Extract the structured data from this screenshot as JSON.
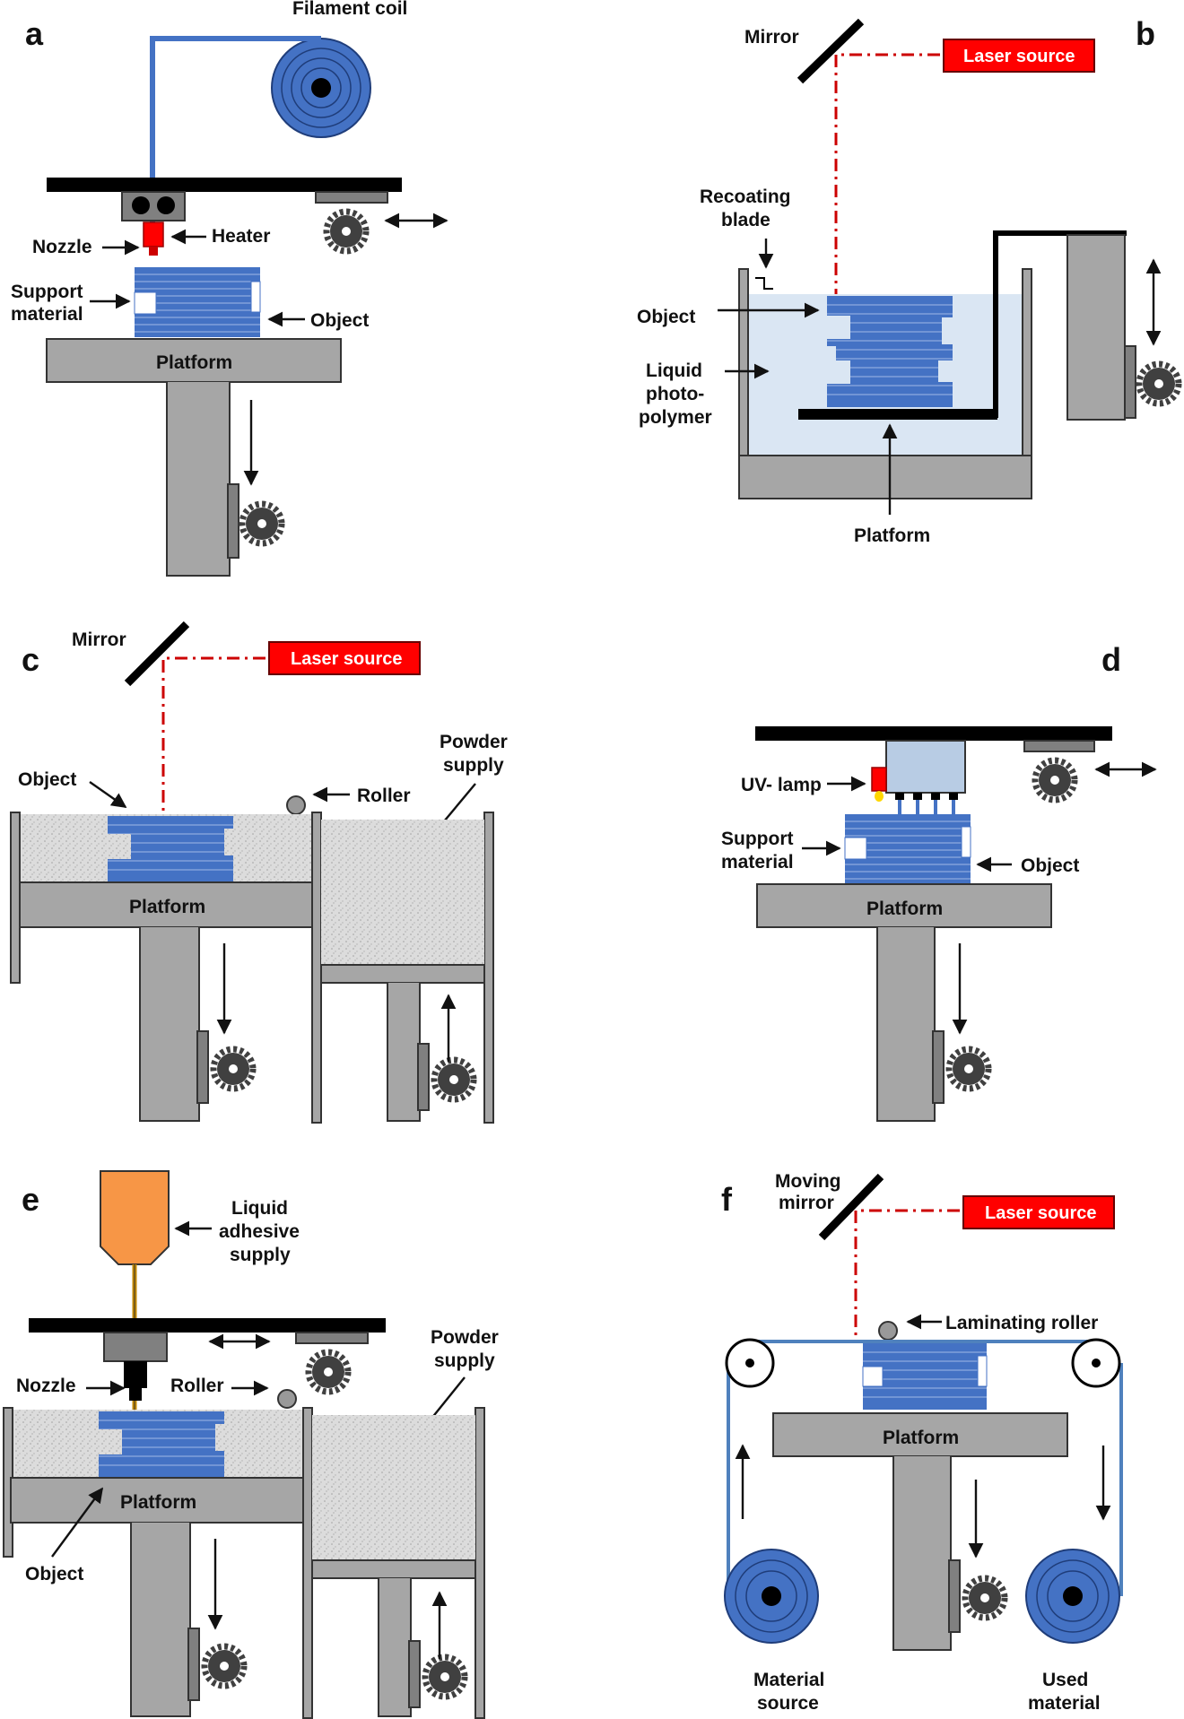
{
  "panels": {
    "a": {
      "letter": "a",
      "labels": {
        "filament_coil": "Filament coil",
        "heater": "Heater",
        "nozzle": "Nozzle",
        "support_material": [
          "Support",
          "material"
        ],
        "object": "Object",
        "platform": "Platform"
      }
    },
    "b": {
      "letter": "b",
      "labels": {
        "mirror": "Mirror",
        "laser_source": "Laser source",
        "recoating_blade": [
          "Recoating",
          "blade"
        ],
        "object": "Object",
        "liquid_photopolymer": [
          "Liquid",
          "photo-",
          "polymer"
        ],
        "platform": "Platform"
      }
    },
    "c": {
      "letter": "c",
      "labels": {
        "mirror": "Mirror",
        "laser_source": "Laser source",
        "powder_supply": [
          "Powder",
          "supply"
        ],
        "object": "Object",
        "roller": "Roller",
        "platform": "Platform"
      }
    },
    "d": {
      "letter": "d",
      "labels": {
        "uv_lamp": "UV- lamp",
        "support_material": [
          "Support",
          "material"
        ],
        "object": "Object",
        "platform": "Platform"
      }
    },
    "e": {
      "letter": "e",
      "labels": {
        "liquid_adhesive_supply": [
          "Liquid",
          "adhesive",
          "supply"
        ],
        "powder_supply": [
          "Powder",
          "supply"
        ],
        "nozzle": "Nozzle",
        "roller": "Roller",
        "platform": "Platform",
        "object": "Object"
      }
    },
    "f": {
      "letter": "f",
      "labels": {
        "moving_mirror": [
          "Moving",
          "mirror"
        ],
        "laser_source": "Laser source",
        "laminating_roller": "Laminating roller",
        "platform": "Platform",
        "material_source": [
          "Material",
          "source"
        ],
        "used_material": [
          "Used",
          "material"
        ]
      }
    }
  },
  "colors": {
    "object_layers": "#4472c4",
    "laser_source": "#ff0000",
    "laser_beam": "#cc0000",
    "platform": "#a6a6a6",
    "powder": "#d9d9d9",
    "photopolymer": "#dae6f3",
    "adhesive_supply": "#f79646"
  }
}
